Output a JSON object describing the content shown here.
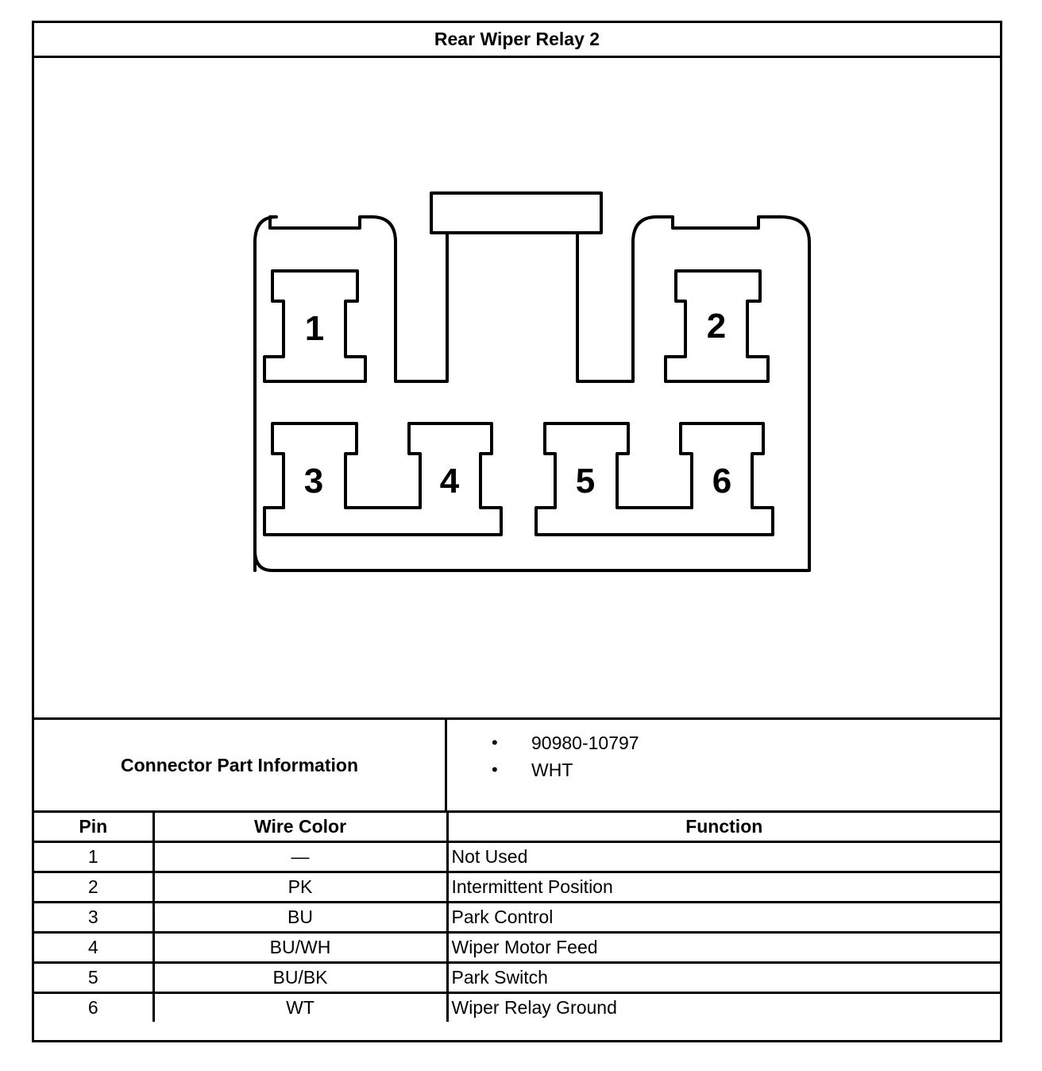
{
  "title": "Rear Wiper Relay 2",
  "connector": {
    "pin_labels": [
      "1",
      "2",
      "3",
      "4",
      "5",
      "6"
    ]
  },
  "part_info": {
    "label": "Connector Part Information",
    "items": [
      "90980-10797",
      "WHT"
    ],
    "bullet": "•"
  },
  "table": {
    "headers": {
      "pin": "Pin",
      "wire_color": "Wire Color",
      "function": "Function"
    },
    "rows": [
      {
        "pin": "1",
        "wire_color": "—",
        "function": "Not Used"
      },
      {
        "pin": "2",
        "wire_color": "PK",
        "function": "Intermittent Position"
      },
      {
        "pin": "3",
        "wire_color": "BU",
        "function": "Park Control"
      },
      {
        "pin": "4",
        "wire_color": "BU/WH",
        "function": "Wiper Motor Feed"
      },
      {
        "pin": "5",
        "wire_color": "BU/BK",
        "function": "Park Switch"
      },
      {
        "pin": "6",
        "wire_color": "WT",
        "function": "Wiper Relay Ground"
      }
    ]
  }
}
